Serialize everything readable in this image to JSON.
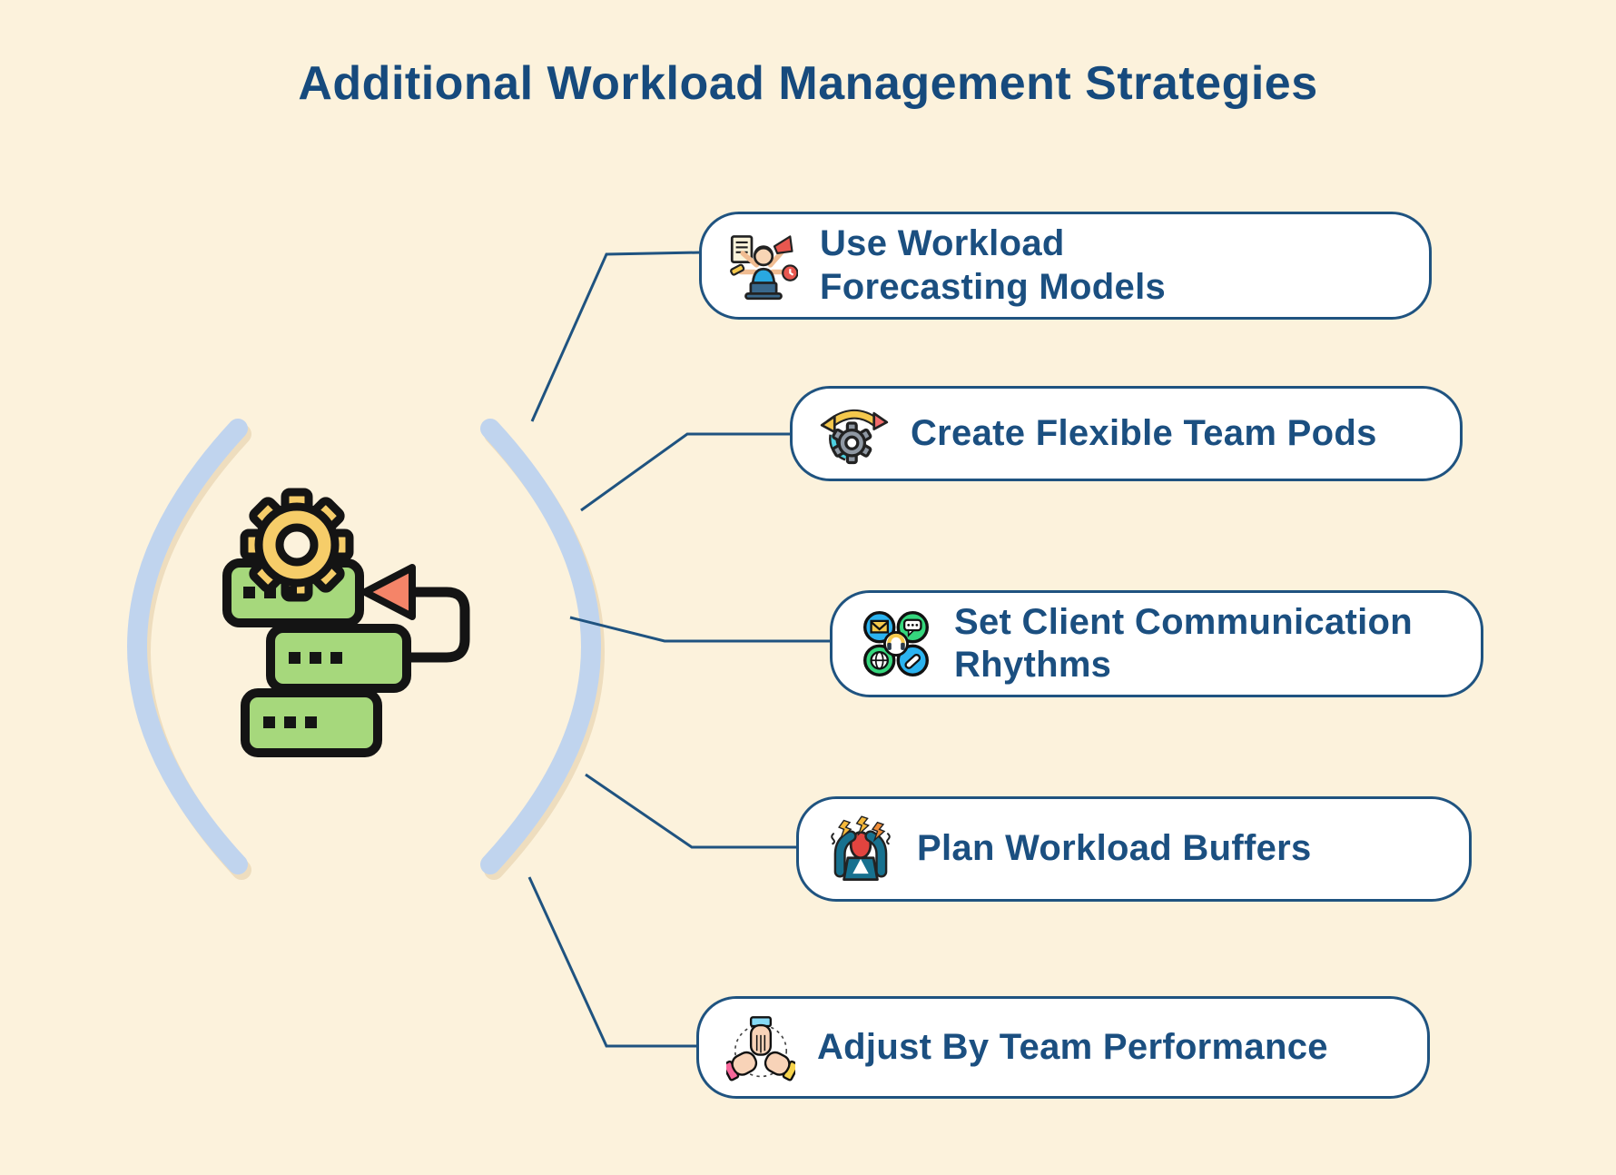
{
  "title": "Additional Workload Management Strategies",
  "strategies": [
    {
      "label": "Use Workload Forecasting Models",
      "icon": "multitasking-person-icon"
    },
    {
      "label": "Create Flexible Team Pods",
      "icon": "agile-process-gear-icon"
    },
    {
      "label": "Set Client Communication Rhythms",
      "icon": "communication-channels-icon"
    },
    {
      "label": "Plan Workload Buffers",
      "icon": "stressed-person-icon"
    },
    {
      "label": "Adjust By Team Performance",
      "icon": "hands-teamwork-icon"
    }
  ],
  "center": {
    "icon": "task-list-gear-icon"
  },
  "colors": {
    "background": "#fcf2dc",
    "card_background": "#ffffff",
    "card_border": "#1f5380",
    "label_text": "#1b4f80",
    "title_text": "#164a7d",
    "parenthesis": "#c0d4ee",
    "connector_line": "#1f5380",
    "task_bar_green": "#a6d87c",
    "gear_yellow": "#f6cd69",
    "arrow_coral": "#f58468"
  }
}
